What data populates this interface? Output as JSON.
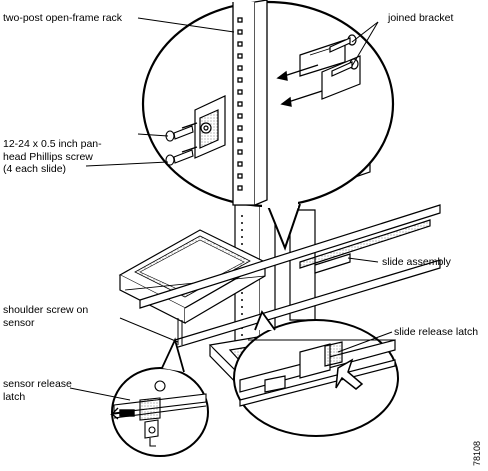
{
  "labels": {
    "rack": "two-post open-frame rack",
    "bracket": "joined bracket",
    "screw": "12-24 x 0.5 inch pan-\nhead Phillips screw\n(4 each slide)",
    "slide": "slide assembly",
    "release_latch": "slide release latch",
    "shoulder": "shoulder screw on\nsensor",
    "sensor_release": "sensor release\nlatch"
  },
  "figure_number": "78108"
}
